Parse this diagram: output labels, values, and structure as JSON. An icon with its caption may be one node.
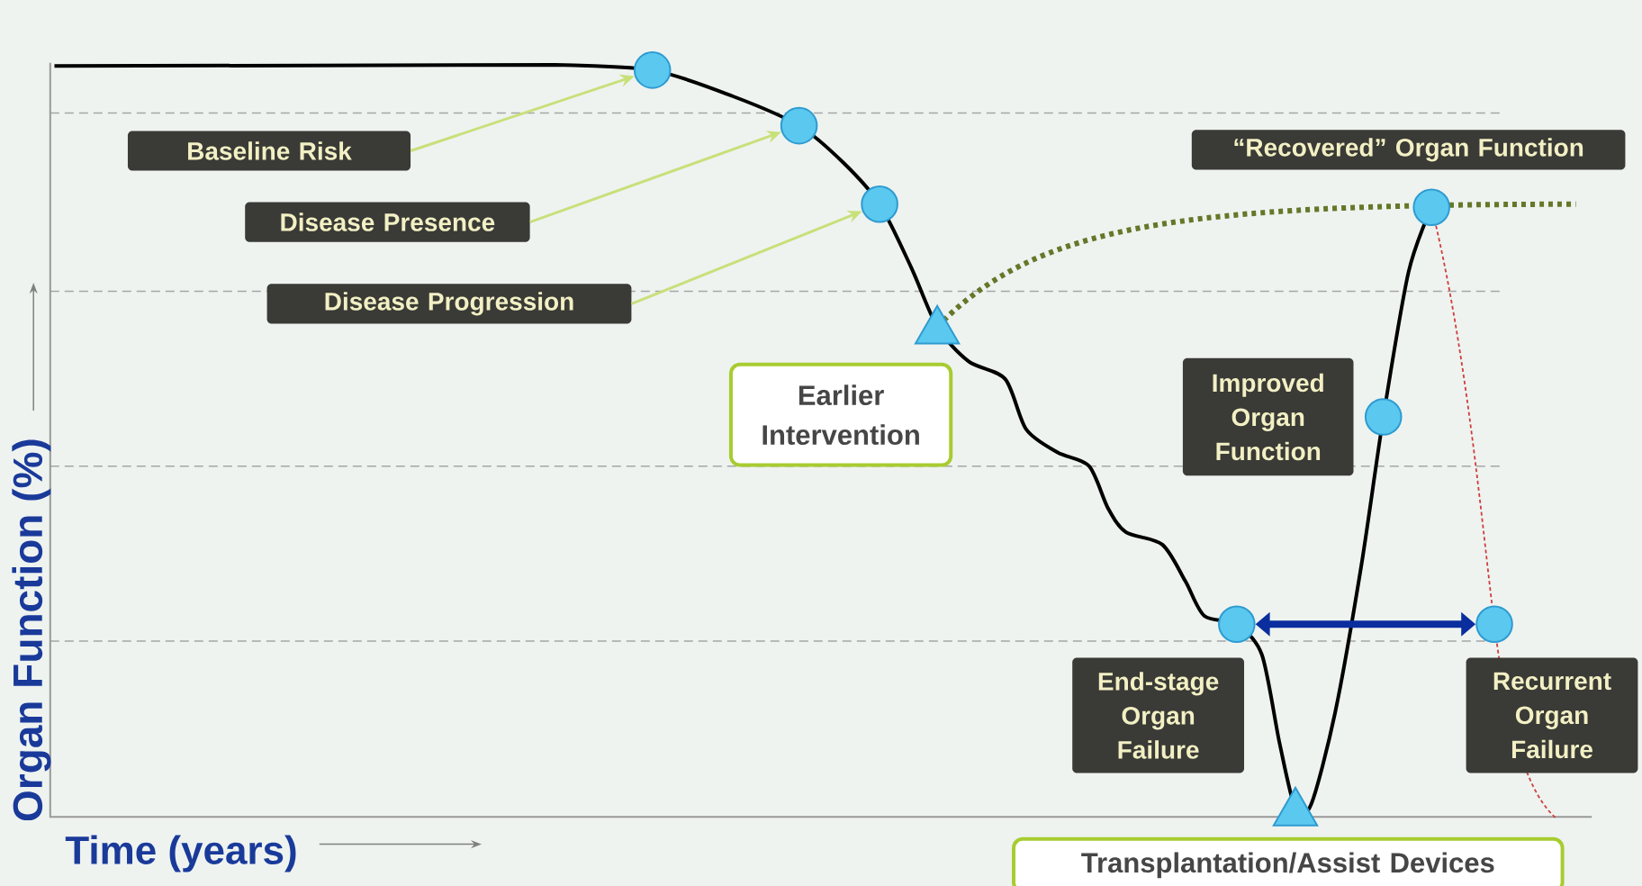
{
  "diagram": {
    "nodes": [
      {
        "text": [
          "Baseline Risk"
        ]
      },
      {
        "text": [
          "Disease Presence"
        ]
      },
      {
        "text": [
          "Disease Progression"
        ]
      },
      {
        "text": [
          "“Recovered” Organ Function"
        ]
      },
      {
        "text": [
          "Earlier Intervention"
        ]
      },
      {
        "text": [
          "Improved Organ Function"
        ]
      },
      {
        "text": [
          "End-stage Organ Failure"
        ]
      },
      {
        "text": [
          "Recurrent Organ Failure"
        ]
      },
      {
        "text": [
          "Transplantation/Assist Devices"
        ]
      },
      {
        "text": [],
        "shape": "circle"
      },
      {
        "text": [],
        "shape": "circle"
      },
      {
        "text": [],
        "shape": "circle"
      },
      {
        "text": [],
        "shape": "circle"
      },
      {
        "text": [],
        "shape": "triangle"
      },
      {
        "text": [],
        "shape": "circle"
      },
      {
        "text": [],
        "shape": "circle"
      },
      {
        "text": [],
        "shape": "circle"
      },
      {
        "text": [],
        "shape": "triangle"
      }
    ],
    "edges": [
      {
        "from": 0,
        "to": 9,
        "arrow": "to"
      },
      {
        "from": 1,
        "to": 10,
        "arrow": "to"
      },
      {
        "from": 2,
        "to": 11,
        "arrow": "to"
      },
      {
        "from": 15,
        "to": 16,
        "arrow": "both",
        "style": "thick",
        "color": "#0a2e9e"
      }
    ],
    "labels": [
      "Organ Function (%)",
      "Time (years)"
    ]
  }
}
